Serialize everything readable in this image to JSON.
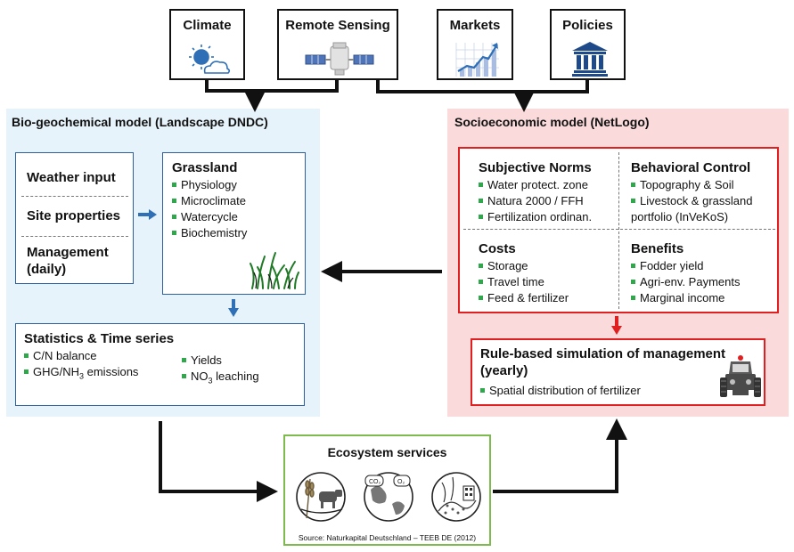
{
  "top_inputs": [
    {
      "label": "Climate",
      "icon": "sun-cloud-icon"
    },
    {
      "label": "Remote Sensing",
      "icon": "satellite-icon"
    },
    {
      "label": "Markets",
      "icon": "rising-chart-icon"
    },
    {
      "label": "Policies",
      "icon": "government-building-icon"
    }
  ],
  "left_panel": {
    "title": "Bio-geochemical model (Landscape DNDC)",
    "inputs": [
      "Weather input",
      "Site properties",
      "Management\n(daily)"
    ],
    "grassland": {
      "title": "Grassland",
      "items": [
        "Physiology",
        "Microclimate",
        "Watercycle",
        "Biochemistry"
      ]
    },
    "stats": {
      "title": "Statistics & Time series",
      "col1": [
        "C/N balance",
        "GHG/NH",
        "3",
        " emissions"
      ],
      "col2": [
        "Yields",
        "NO",
        "3",
        " leaching"
      ]
    }
  },
  "right_panel": {
    "title": "Socioeconomic model (NetLogo)",
    "quadrants": [
      {
        "title": "Subjective Norms",
        "items": [
          "Water protect.  zone",
          "Natura 2000 / FFH",
          "Fertilization ordinan."
        ]
      },
      {
        "title": "Behavioral Control",
        "items": [
          "Topography & Soil",
          "Livestock & grassland\nportfolio (InVeKoS)"
        ]
      },
      {
        "title": "Costs",
        "items": [
          "Storage",
          "Travel time",
          "Feed & fertilizer"
        ]
      },
      {
        "title": "Benefits",
        "items": [
          "Fodder yield",
          "Agri-env. Payments",
          "Marginal income"
        ]
      }
    ],
    "rule": {
      "title": "Rule-based simulation of management\n(yearly)",
      "items": [
        "Spatial distribution of fertilizer"
      ],
      "icon": "tractor-icon"
    }
  },
  "ecosystem": {
    "title": "Ecosystem services",
    "source": "Source: Naturkapital Deutschland – TEEB DE (2012)",
    "icons": [
      "wheat-cow-icon",
      "co2-globe-icon",
      "landscape-icon"
    ],
    "border_color": "#7dbb4f"
  },
  "colors": {
    "left_bg": "#e6f3fb",
    "right_bg": "#fadada",
    "blue_border": "#2e5f9e",
    "red_border": "#e02020",
    "bullet": "#2ea84a",
    "blue_arrow": "#2f6fb6"
  }
}
